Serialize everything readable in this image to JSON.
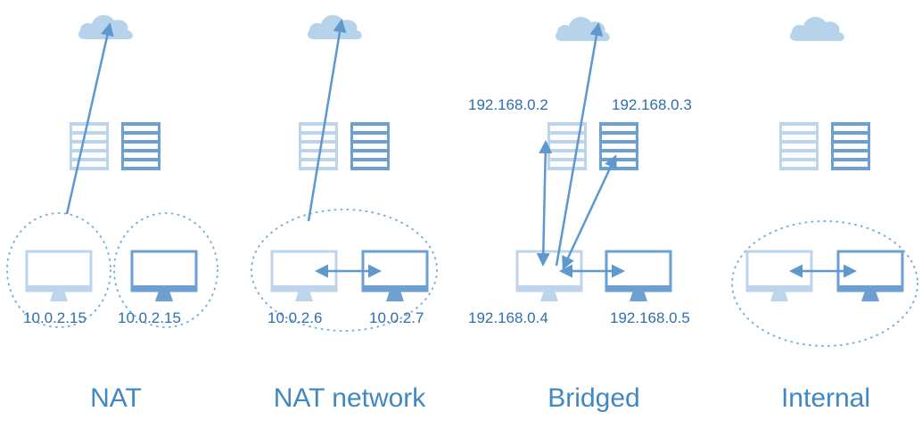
{
  "colors": {
    "cloud": "#b7d3ec",
    "server_light": "#bcd4ec",
    "server_dark": "#6d9fd0",
    "monitor_light": "#bcd4ec",
    "monitor_dark": "#6d9fd0",
    "arrow": "#5f97cf",
    "dotted_ring": "#7eb1db",
    "ip_text": "#2e6fb0",
    "caption_text": "#3f88c5"
  },
  "panels": [
    {
      "id": "nat",
      "caption": "NAT",
      "ips": [
        "10.0.2.15",
        "10.0.2.15"
      ]
    },
    {
      "id": "nat-network",
      "caption": "NAT network",
      "ips": [
        "10.0.2.6",
        "10.0.2.7"
      ]
    },
    {
      "id": "bridged",
      "caption": "Bridged",
      "ips": [
        "192.168.0.4",
        "192.168.0.5"
      ],
      "server_ips": [
        "192.168.0.2",
        "192.168.0.3"
      ]
    },
    {
      "id": "internal",
      "caption": "Internal",
      "ips": []
    }
  ]
}
